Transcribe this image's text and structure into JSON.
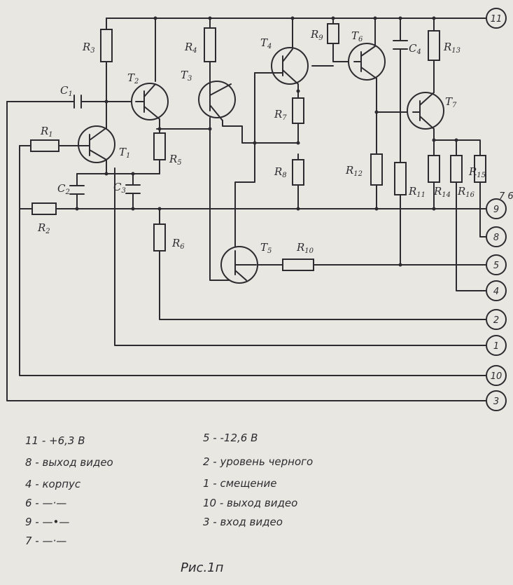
{
  "resistors": [
    {
      "id": "R3",
      "base": "R",
      "num": "3"
    },
    {
      "id": "R4",
      "base": "R",
      "num": "4"
    },
    {
      "id": "R9",
      "base": "R",
      "num": "9"
    },
    {
      "id": "R13",
      "base": "R",
      "num": "13"
    },
    {
      "id": "R1",
      "base": "R",
      "num": "1"
    },
    {
      "id": "R2",
      "base": "R",
      "num": "2"
    },
    {
      "id": "R5",
      "base": "R",
      "num": "5"
    },
    {
      "id": "R6",
      "base": "R",
      "num": "6"
    },
    {
      "id": "R7",
      "base": "R",
      "num": "7"
    },
    {
      "id": "R8",
      "base": "R",
      "num": "8"
    },
    {
      "id": "R12",
      "base": "R",
      "num": "12"
    },
    {
      "id": "R11",
      "base": "R",
      "num": "11"
    },
    {
      "id": "R14",
      "base": "R",
      "num": "14"
    },
    {
      "id": "R16",
      "base": "R",
      "num": "16"
    },
    {
      "id": "R15",
      "base": "R",
      "num": "15"
    },
    {
      "id": "R10",
      "base": "R",
      "num": "10"
    }
  ],
  "capacitors": [
    {
      "id": "C1",
      "base": "C",
      "num": "1"
    },
    {
      "id": "C2",
      "base": "C",
      "num": "2"
    },
    {
      "id": "C3",
      "base": "C",
      "num": "3"
    },
    {
      "id": "C4",
      "base": "C",
      "num": "4"
    }
  ],
  "transistors": [
    {
      "id": "T1",
      "base": "T",
      "num": "1"
    },
    {
      "id": "T2",
      "base": "T",
      "num": "2"
    },
    {
      "id": "T3",
      "base": "T",
      "num": "3"
    },
    {
      "id": "T4",
      "base": "T",
      "num": "4"
    },
    {
      "id": "T5",
      "base": "T",
      "num": "5"
    },
    {
      "id": "T6",
      "base": "T",
      "num": "6"
    },
    {
      "id": "T7",
      "base": "T",
      "num": "7"
    }
  ],
  "terminals": [
    "11",
    "9",
    "8",
    "5",
    "4",
    "2",
    "1",
    "10",
    "3"
  ],
  "side_note": "7 6",
  "legend": {
    "left": [
      "11 -  +6,3 B",
      "8 - выход видео",
      "4 - корпус",
      "6 - —·—",
      "9 - —•—",
      "7 - —·—"
    ],
    "right": [
      "5 -  -12,6 B",
      "2 -  уровень черного",
      "1 -  смещение",
      "10 -  выход видео",
      "3 -  вход видео"
    ]
  },
  "caption": "Рис.1п"
}
